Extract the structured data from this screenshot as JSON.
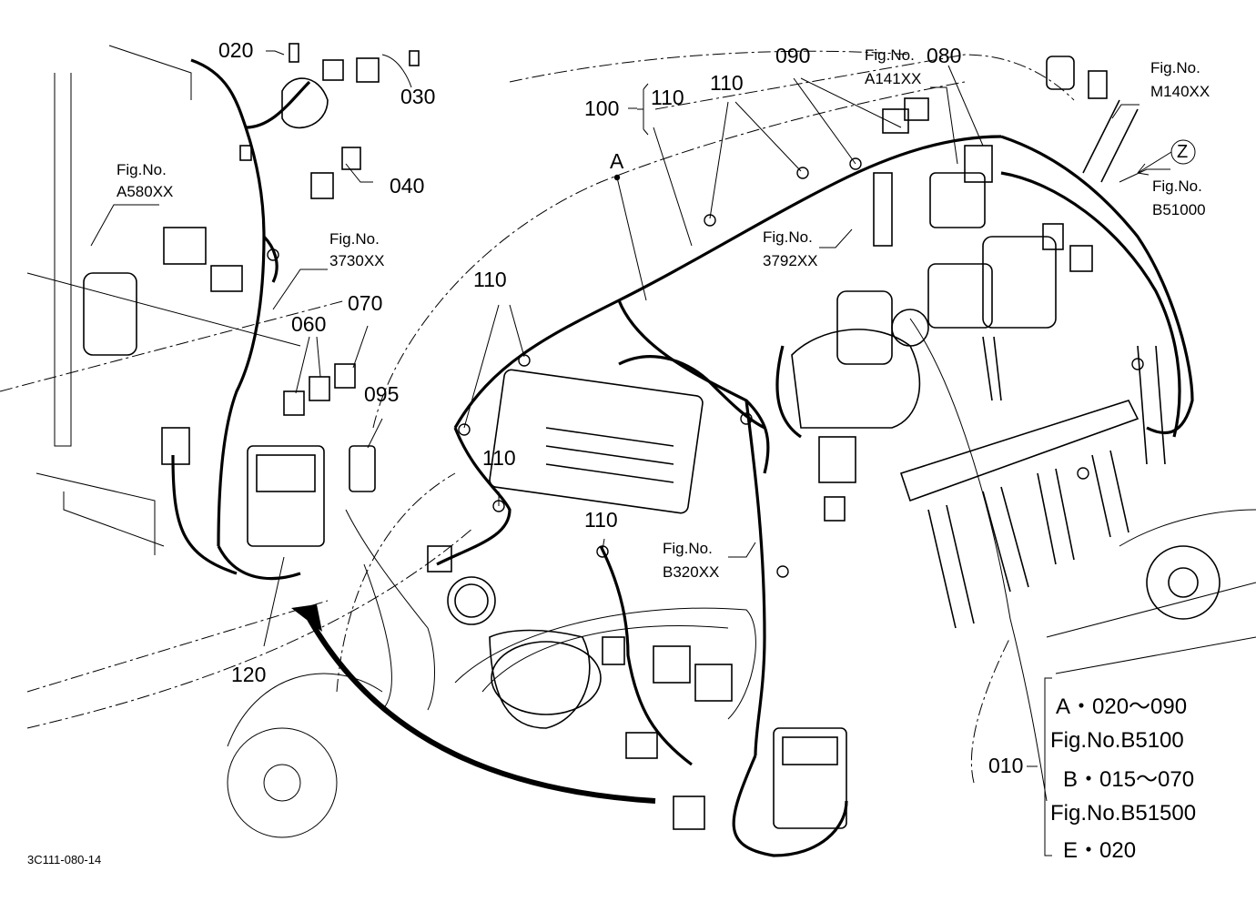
{
  "labels": {
    "p020": "020",
    "p030": "030",
    "p040": "040",
    "p060": "060",
    "p070": "070",
    "p095": "095",
    "p120": "120",
    "p110a": "110",
    "p110b": "110",
    "p110c": "110",
    "p110d": "110",
    "p110e": "110",
    "p100": "100",
    "p090": "090",
    "p080": "080",
    "p010": "010",
    "pA": "A",
    "pZ": "Z"
  },
  "fig_refs": {
    "a580": {
      "l1": "Fig.No.",
      "l2": "A580XX"
    },
    "r3730": {
      "l1": "Fig.No.",
      "l2": "3730XX"
    },
    "a141": {
      "l1": "Fig.No.",
      "l2": "A141XX"
    },
    "m140": {
      "l1": "Fig.No.",
      "l2": "M140XX"
    },
    "b51000": {
      "l1": "Fig.No.",
      "l2": "B51000"
    },
    "r3792": {
      "l1": "Fig.No.",
      "l2": "3792XX"
    },
    "b320": {
      "l1": "Fig.No.",
      "l2": "B320XX"
    }
  },
  "legend": {
    "a_range": "A・020～090",
    "fig_b5100": "Fig.No.B5100",
    "b_range": "B・015～070",
    "fig_b51500": "Fig.No.B51500",
    "e_range": "E・020"
  },
  "drawing_id": "3C111-080-14"
}
